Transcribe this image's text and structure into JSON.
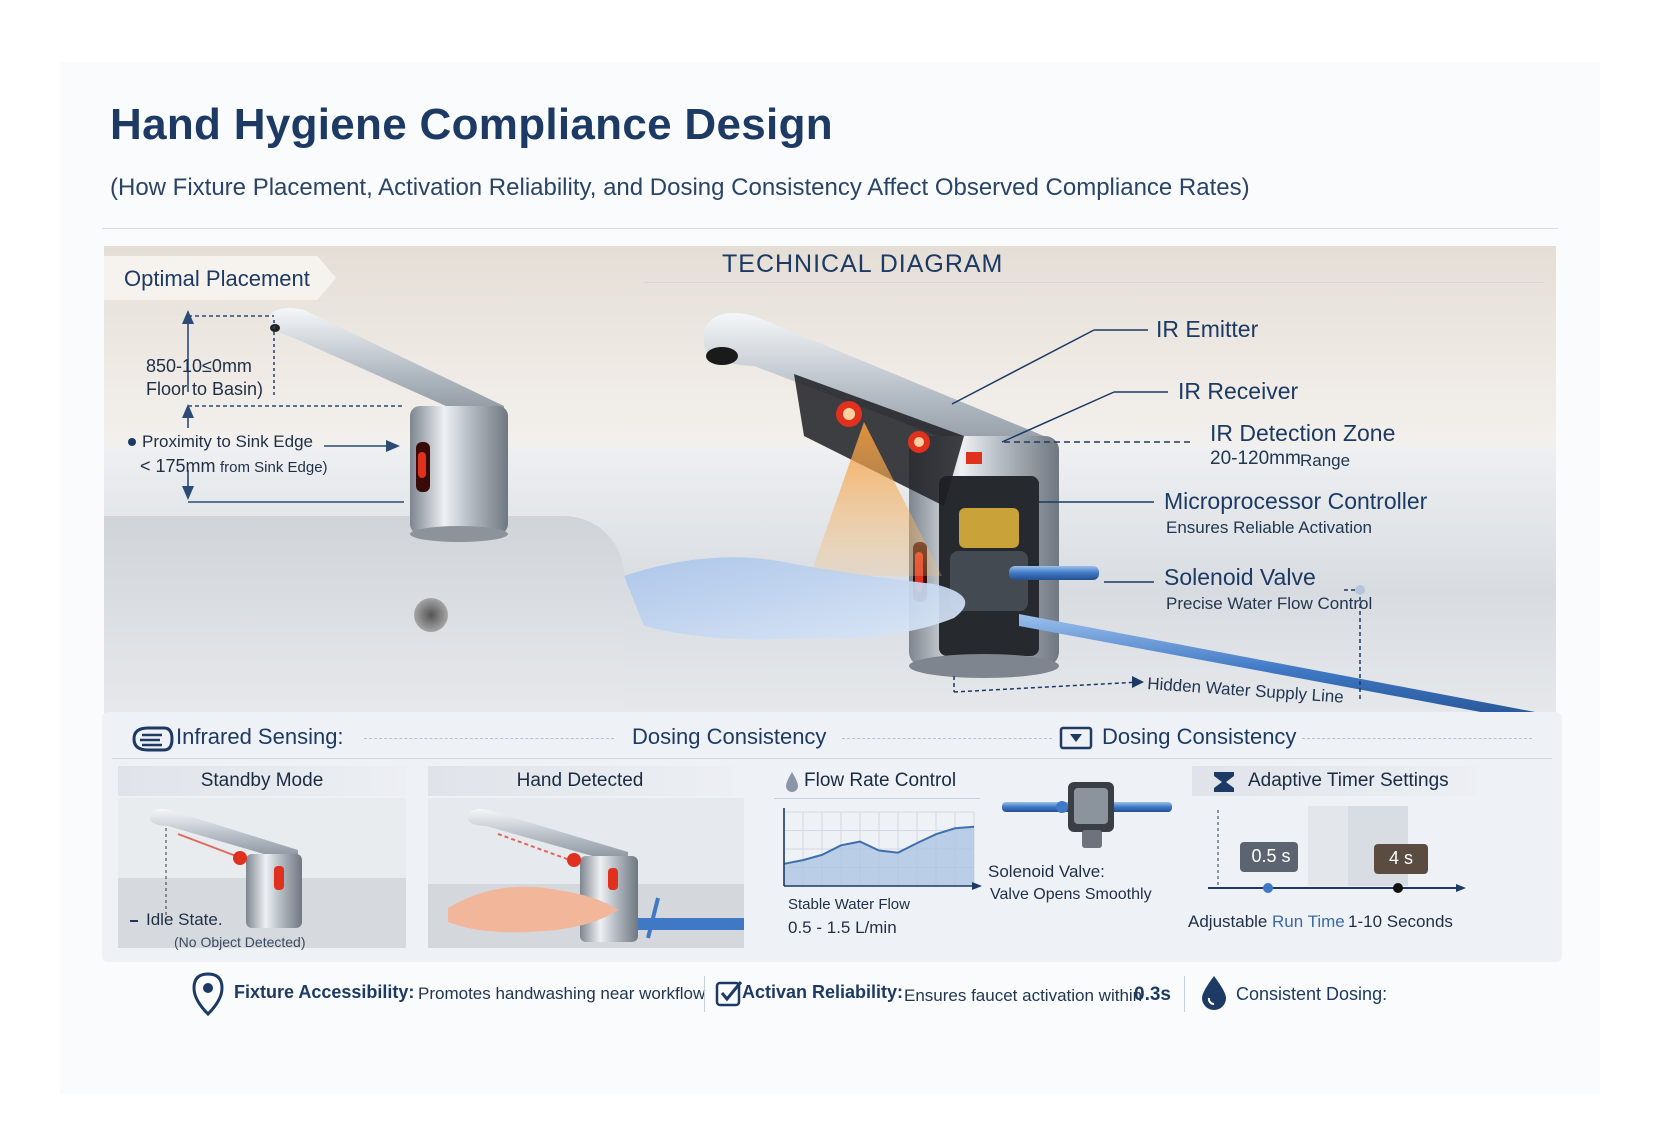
{
  "header": {
    "title": "Hand Hygiene Compliance Design",
    "subtitle": "(How Fixture Placement, Activation Reliability, and Dosing Consistency Affect Observed Compliance Rates)"
  },
  "hero": {
    "optimal_label": "Optimal Placement",
    "technical_label": "TECHNICAL DIAGRAM",
    "height_value": "850-10≤0mm",
    "height_desc": "Floor to Basin)",
    "proximity_label": "Proximity to Sink Edge",
    "proximity_value": "< 175mm",
    "proximity_desc": "from Sink Edge)",
    "callouts": {
      "ir_emitter": "IR Emitter",
      "ir_receiver": "IR Receiver",
      "detection_zone": "IR Detection Zone",
      "detection_range_value": "20-120mm",
      "detection_range_unit": "Range",
      "microprocessor": "Microprocessor Controller",
      "microprocessor_desc": "Ensures Reliable Activation",
      "solenoid": "Solenoid Valve",
      "solenoid_desc": "Precise Water Flow Control",
      "supply_line": "Hidden Water Supply Line"
    }
  },
  "panel": {
    "sections": {
      "infrared": "Infrared Sensing:",
      "dosing_a": "Dosing Consistency",
      "dosing_b": "Dosing Consistency"
    },
    "standby": {
      "title": "Standby Mode",
      "state": "Idle State.",
      "note": "(No Object Detected)"
    },
    "detected": {
      "title": "Hand Detected"
    },
    "flow": {
      "title": "Flow Rate Control",
      "stable_label": "Stable Water Flow",
      "rate": "0.5 - 1.5 L/min",
      "valve_label": "Solenoid Valve:",
      "valve_desc": "Valve Opens Smoothly"
    },
    "timer": {
      "title": "Adaptive Timer Settings",
      "min_badge": "0.5 s",
      "max_badge": "4 s",
      "caption_a": "Adjustable",
      "caption_b": "Run Time",
      "caption_c": "1-10 Seconds"
    }
  },
  "footer": {
    "accessibility_title": "Fixture Accessibility:",
    "accessibility_desc": "Promotes handwashing near workflow",
    "reliability_title": "Activan Reliability:",
    "reliability_desc": "Ensures faucet activation within",
    "reliability_value": "0.3s",
    "dosing_title": "Consistent Dosing:"
  },
  "colors": {
    "navy": "#1c3a63",
    "sensor_red": "#e0301e",
    "water_blue": "#3f78c4",
    "chrome": "#b9c1ca",
    "beam_orange": "#f4a048"
  },
  "chart_data": {
    "type": "area",
    "title": "",
    "xlabel": "",
    "ylabel": "",
    "series": [
      {
        "name": "",
        "values": [
          0.3,
          0.35,
          0.42,
          0.55,
          0.6,
          0.48,
          0.45,
          0.58,
          0.7,
          0.78,
          0.8
        ]
      }
    ],
    "ylim": [
      0,
      1
    ],
    "grid": true
  }
}
